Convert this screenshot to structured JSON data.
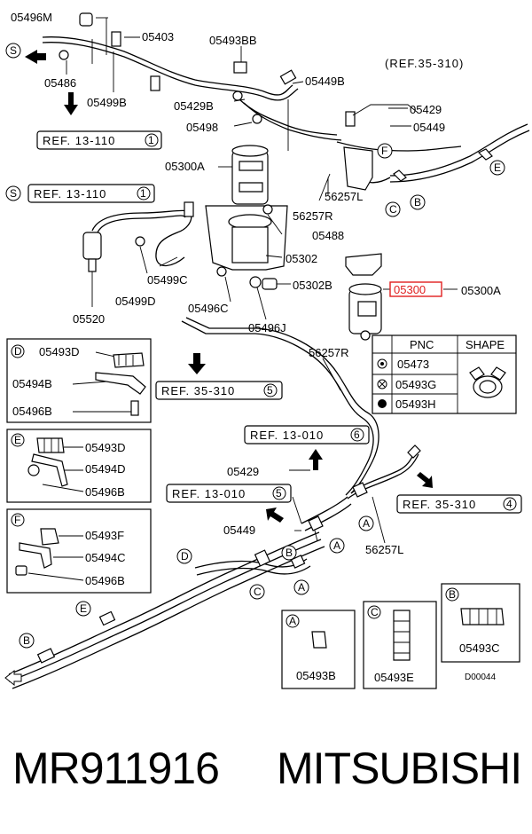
{
  "labels": {
    "l05496M": "05496M",
    "l05403": "05403",
    "l05493BB": "05493BB",
    "l05486": "05486",
    "l05499B": "05499B",
    "l05449B": "05449B",
    "ref35_310_top": "(REF.35-310)",
    "l05429B": "05429B",
    "l05429_top": "05429",
    "l05498": "05498",
    "l05449_top": "05449",
    "ref13_110_1": "REF. 13-110",
    "l05300A_left": "05300A",
    "ref13_110_2": "REF. 13-110",
    "l56257L_top": "56257L",
    "l56257R_top": "56257R",
    "l05488": "05488",
    "l05499C": "05499C",
    "l05302": "05302",
    "l05499D": "05499D",
    "l05302B": "05302B",
    "l05300_red": "05300",
    "l05300A_right": "05300A",
    "l05496C": "05496C",
    "l05520": "05520",
    "l05496J": "05496J",
    "l56257R_mid": "56257R",
    "ref35_310_mid": "REF. 35-310",
    "ref13_010_6": "REF. 13-010",
    "l05429_mid": "05429",
    "ref13_010_5": "REF. 13-010",
    "ref35_310_4": "REF. 35-310",
    "l05449_mid": "05449",
    "l56257L_mid": "56257L"
  },
  "ref_circles": {
    "one_a": "1",
    "one_b": "1",
    "five_a": "5",
    "six": "6",
    "five_b": "5",
    "four": "4"
  },
  "markers": {
    "S_top": "S",
    "S_mid": "S",
    "F": "F",
    "E_top": "E",
    "B_top": "B",
    "C_top": "C",
    "D_low": "D",
    "B_low": "B",
    "A_low1": "A",
    "A_low2": "A",
    "C_low": "C",
    "A_right": "A",
    "E_low": "E",
    "B_bottom": "B"
  },
  "table": {
    "headers": [
      "PNC",
      "SHAPE"
    ],
    "rows": [
      "05473",
      "05493G",
      "05493H"
    ]
  },
  "boxes": {
    "D": {
      "marker": "D",
      "items": [
        "05493D",
        "05494B",
        "05496B"
      ]
    },
    "E": {
      "marker": "E",
      "items": [
        "05493D",
        "05494D",
        "05496B"
      ]
    },
    "F": {
      "marker": "F",
      "items": [
        "05493F",
        "05494C",
        "05496B"
      ]
    },
    "A": {
      "marker": "A",
      "item": "05493B"
    },
    "C": {
      "marker": "C",
      "item": "05493E"
    },
    "B": {
      "marker": "B",
      "item": "05493C"
    }
  },
  "diagram_code": "D00044",
  "footer": {
    "part_number": "MR911916",
    "brand": "MITSUBISHI"
  }
}
